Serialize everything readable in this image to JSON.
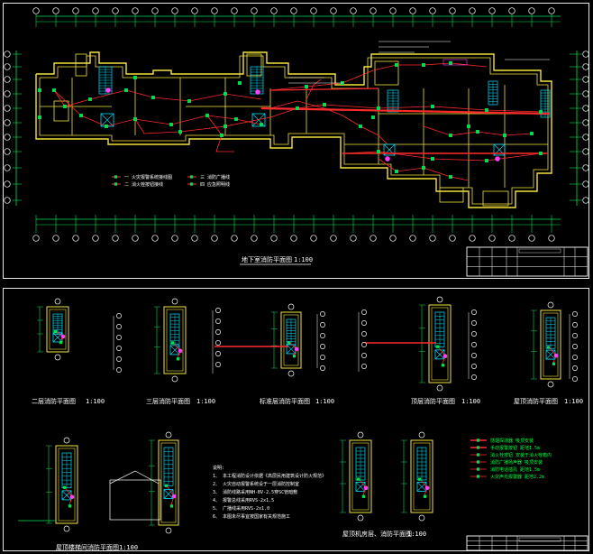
{
  "titles": {
    "sheet1_plan": "地下室消防平面图",
    "sheet1_scale": "1:100",
    "plan2": "二层消防平面图",
    "plan2_scale": "1:100",
    "plan3": "三层消防平面图",
    "plan3_scale": "1:100",
    "plan4": "标准层消防平面图",
    "plan4_scale": "1:100",
    "plan5": "顶层消防平面图",
    "plan5_scale": "1:100",
    "plan6": "屋顶消防平面图",
    "plan6_scale": "1:100",
    "plan7": "屋顶楼梯间消防平面图",
    "plan7_scale": "1:100",
    "plan8": "屋顶机房层、消防平面图",
    "plan8_scale": "1:100"
  },
  "notes_sheet1": [
    "一 火灾报警系统接线图",
    "二 消火栓按钮接线",
    "三 消防广播线",
    "四 应急照明线"
  ],
  "notes_sheet2": [
    "说明:",
    "1、 本工程消防设计依据《高层民用建筑设计防火规范》",
    "2、 火灾自动报警系统设于一层消防控制室",
    "3、 消防线路采用NH-BV-2.5穿SC管暗敷",
    "4、 报警总线采用RVS-2x1.5",
    "5、 广播线采用RVS-2x1.0",
    "6、 本图未尽事宜按国家有关规范施工"
  ],
  "legend": [
    "感烟探测器 吸顶安装",
    "手动报警按钮 距地1.5m",
    "消火栓按钮 安装于消火栓箱内",
    "消防广播扬声器 吸顶安装",
    "消防电话插孔 距地1.5m",
    "火灾声光报警器 距地2.2m"
  ],
  "colors": {
    "wall": "#f2e23a",
    "red": "#ff2a2a",
    "green": "#00e050",
    "cyan": "#00e0ff",
    "white": "#ffffff",
    "magenta": "#ff40ff"
  }
}
